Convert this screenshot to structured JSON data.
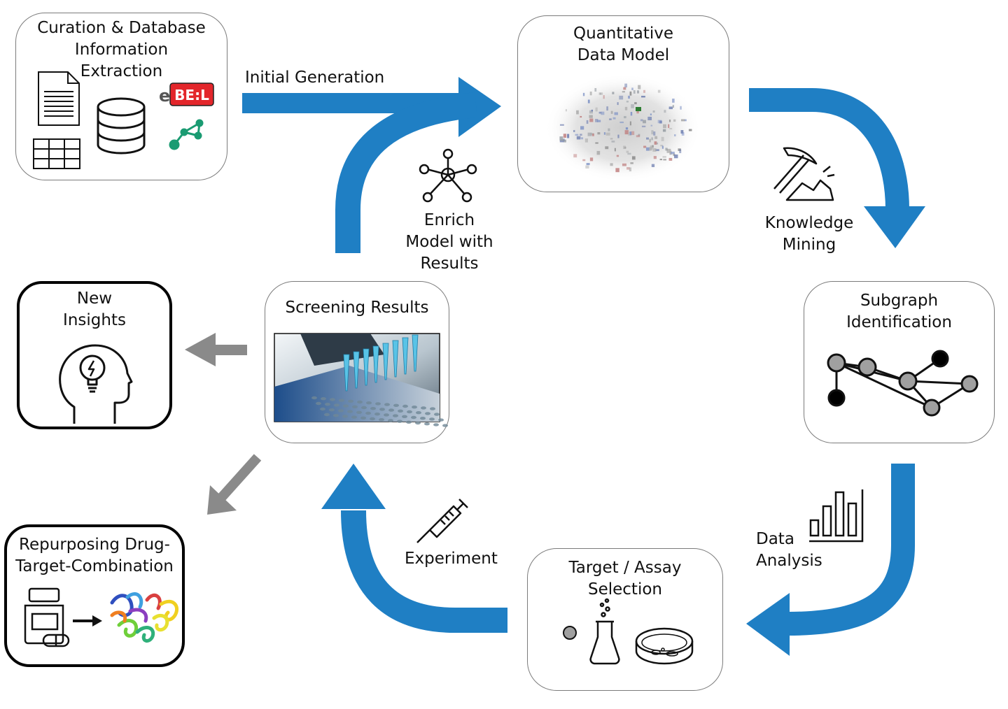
{
  "colors": {
    "cycle_arrow": "#1f7fc4",
    "side_arrow": "#8a8a8a",
    "node_grey": "#a0a0a0",
    "node_black": "#000000",
    "bel_red": "#e3262b",
    "graph_green": "#1a9b72"
  },
  "boxes": {
    "curation": {
      "title": "Curation & Database\nInformation\nExtraction",
      "logo_prefix": "e",
      "logo_badge": "BE:L"
    },
    "data_model": {
      "title": "Quantitative\nData Model"
    },
    "subgraph": {
      "title": "Subgraph\nIdentification"
    },
    "target": {
      "title": "Target / Assay\nSelection"
    },
    "screening": {
      "title": "Screening Results"
    },
    "insights": {
      "title": "New\nInsights"
    },
    "repurposing": {
      "title": "Repurposing Drug-\nTarget-Combination"
    }
  },
  "arrow_labels": {
    "initial_generation": "Initial Generation",
    "enrich": "Enrich\nModel with\nResults",
    "knowledge_mining": "Knowledge\nMining",
    "data_analysis": "Data\nAnalysis",
    "experiment": "Experiment"
  },
  "icons": [
    "document-icon",
    "table-icon",
    "database-icon",
    "network-graph-icon",
    "hub-network-icon",
    "pickaxe-icon",
    "bar-chart-icon",
    "syringe-icon",
    "flask-icon",
    "petri-dish-icon",
    "head-lightbulb-icon",
    "pill-bottle-icon",
    "protein-structure-icon",
    "pipette-plate-photo"
  ]
}
